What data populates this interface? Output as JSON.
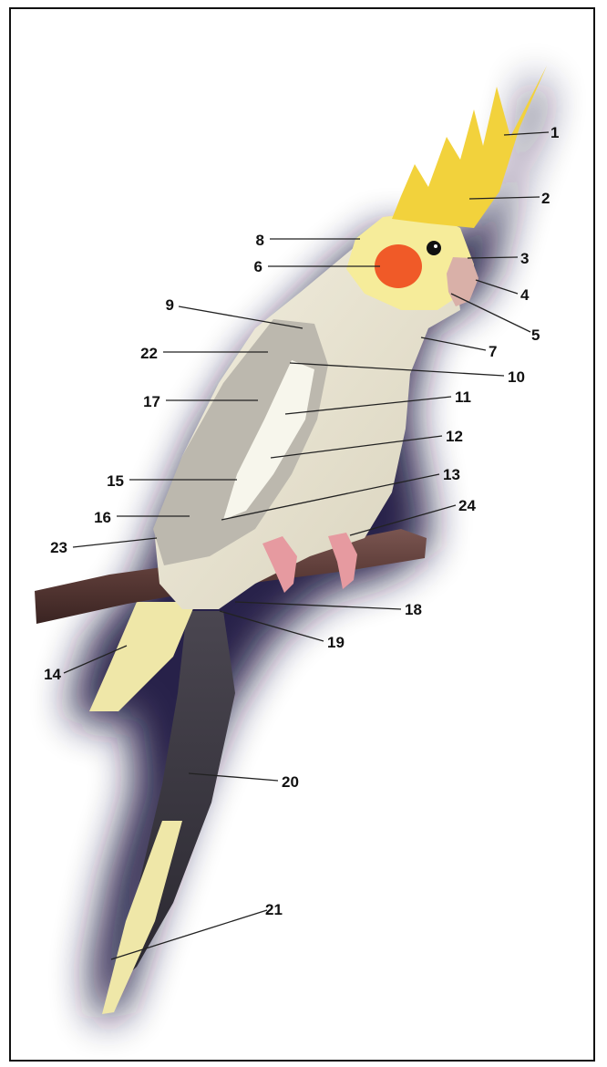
{
  "diagram": {
    "subject": "cockatiel perched on branch",
    "labels": [
      {
        "n": "1"
      },
      {
        "n": "2"
      },
      {
        "n": "3"
      },
      {
        "n": "4"
      },
      {
        "n": "5"
      },
      {
        "n": "6"
      },
      {
        "n": "7"
      },
      {
        "n": "8"
      },
      {
        "n": "9"
      },
      {
        "n": "10"
      },
      {
        "n": "11"
      },
      {
        "n": "12"
      },
      {
        "n": "13"
      },
      {
        "n": "14"
      },
      {
        "n": "15"
      },
      {
        "n": "16"
      },
      {
        "n": "17"
      },
      {
        "n": "18"
      },
      {
        "n": "19"
      },
      {
        "n": "20"
      },
      {
        "n": "21"
      },
      {
        "n": "22"
      },
      {
        "n": "23"
      },
      {
        "n": "24"
      }
    ],
    "colors": {
      "shadow": "#1e1840",
      "body": "#ebe6d2",
      "crest": "#f2d23c",
      "face": "#f6ec9a",
      "cheek": "#f05a28",
      "wing": "#bcb8ae",
      "wing_bar": "#f7f6ec",
      "tail_dark": "#3c3a40",
      "tail_light": "#efe7a8",
      "branch": "#5a3a36",
      "feet": "#e69aa0",
      "leader": "#222222"
    }
  }
}
